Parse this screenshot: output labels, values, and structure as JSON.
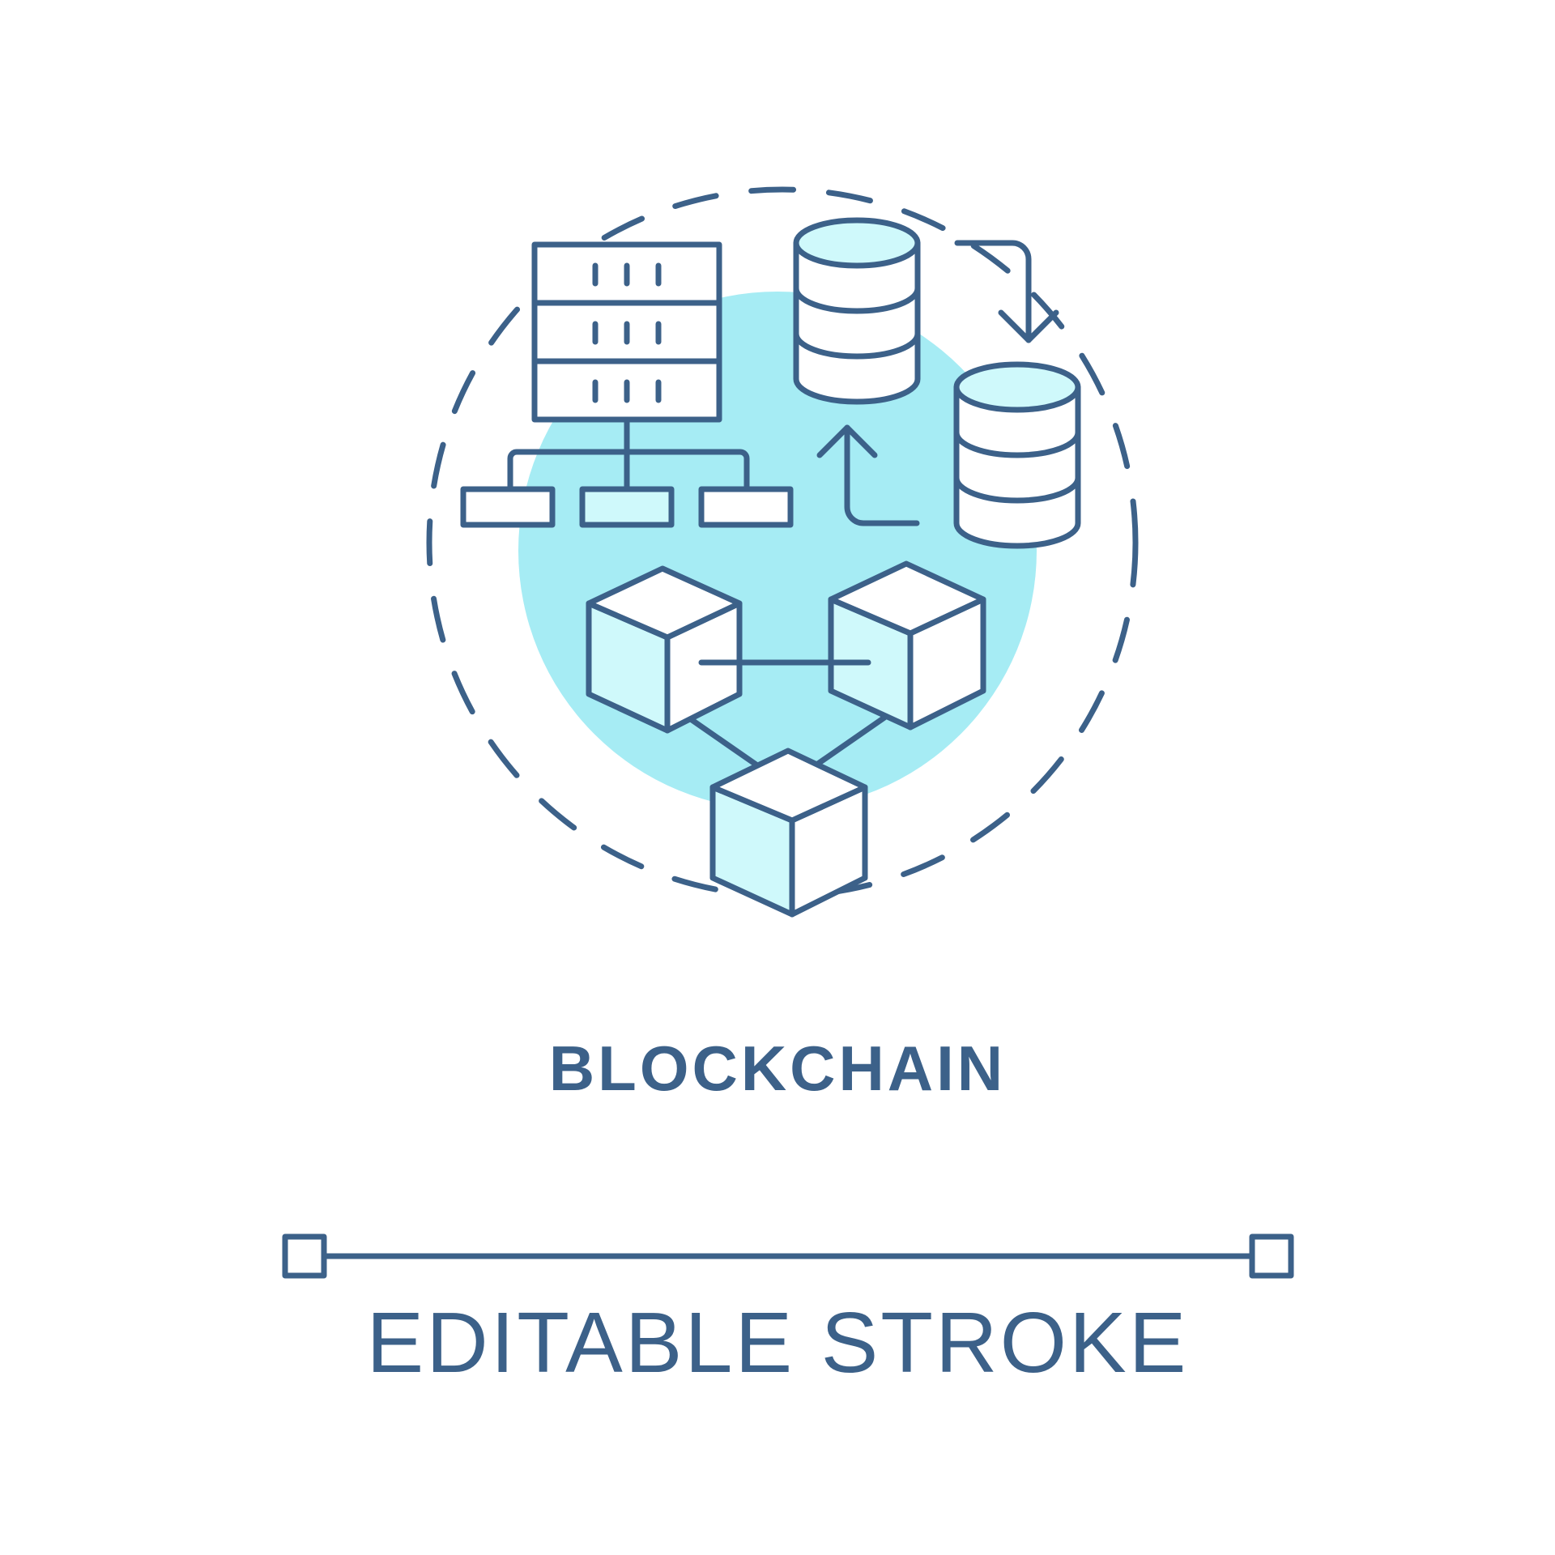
{
  "title": "BLOCKCHAIN",
  "subtitle": "EDITABLE STROKE",
  "colors": {
    "stroke": "#3c6189",
    "fill_light": "#cff9fb",
    "circle_fill": "#a6ecf4",
    "background": "#ffffff"
  },
  "icons": [
    "server-rack-icon",
    "hierarchy-tree-icon",
    "database-icon",
    "database-icon",
    "transfer-arrow-icon",
    "transfer-arrow-icon",
    "block-cube-icon",
    "block-cube-icon",
    "block-cube-icon",
    "dashed-ring",
    "stroke-slider"
  ]
}
